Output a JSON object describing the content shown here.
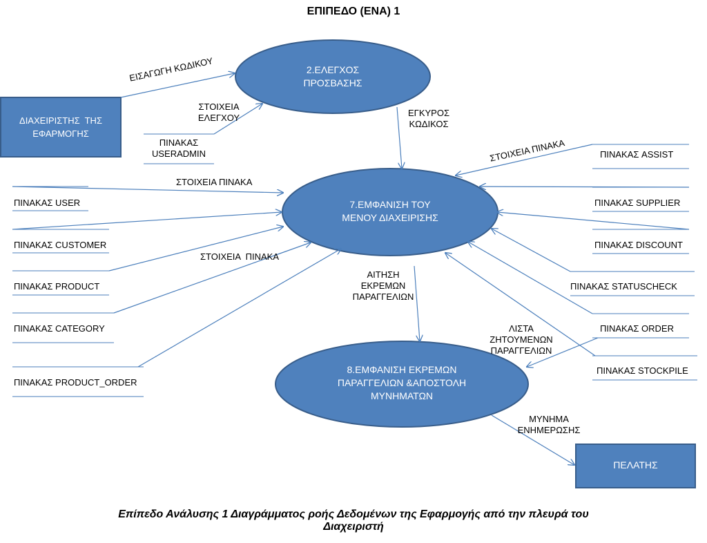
{
  "title": "ΕΠΙΠΕΔΟ (ΕΝΑ) 1",
  "caption": "Επίπεδο Ανάλυσης 1 Διαγράμματος ροής Δεδομένων της Εφαρμογής από την πλευρά του\nΔιαχειριστή",
  "colors": {
    "shape_fill": "#4f81bd",
    "shape_stroke": "#385d8a",
    "line": "#4a7ebb",
    "text": "#000000",
    "shape_text": "#ffffff"
  },
  "processes": {
    "p2": "2.ΕΛΕΓΧΟΣ\nΠΡΟΣΒΑΣΗΣ",
    "p7": "7.ΕΜΦΑΝΙΣΗ ΤΟΥ\nΜΕΝΟΥ ΔΙΑΧΕΙΡΙΣΗΣ",
    "p8": "8.ΕΜΦΑΝΙΣΗ ΕΚΡΕΜΩΝ\nΠΑΡΑΓΓΕΛΙΩΝ &ΑΠΟΣΤΟΛΗ\nΜΥΝΗΜΑΤΩΝ"
  },
  "entities": {
    "admin": "ΔΙΑΧΕΙΡΙΣΤΗΣ  ΤΗΣ\nΕΦΑΡΜΟΓΗΣ",
    "customer": "ΠΕΛΑΤΗΣ"
  },
  "stores": {
    "useradmin": "ΠΙΝΑΚΑΣ\nUSERADMIN",
    "user": "ΠΙΝΑΚΑΣ USER",
    "customer": "ΠΙΝΑΚΑΣ CUSTOMER",
    "product": "ΠΙΝΑΚΑΣ PRODUCT",
    "category": "ΠΙΝΑΚΑΣ CATEGORY",
    "product_order": "ΠΙΝΑΚΑΣ PRODUCT_ORDER",
    "assist": "ΠΙΝΑΚΑΣ ASSIST",
    "supplier": "ΠΙΝΑΚΑΣ SUPPLIER",
    "discount": "ΠΙΝΑΚΑΣ DISCOUNT",
    "statuscheck": "ΠΙΝΑΚΑΣ STATUSCHECK",
    "order": "ΠΙΝΑΚΑΣ ORDER",
    "stockpile": "ΠΙΝΑΚΑΣ STOCKPILE"
  },
  "flows": {
    "code_entry": "ΕΙΣΑΓΩΓΗ ΚΩΔΙΚΟΥ",
    "check_data": "ΣΤΟΙΧΕΙΑ\nΕΛΕΓΧΟΥ",
    "valid_code": "ΕΓΚΥΡΟΣ\nΚΩΔΙΚΟΣ",
    "table_data_left_top": "ΣΤΟΙΧΕΙΑ ΠΙΝΑΚΑ",
    "table_data_left_mid": "ΣΤΟΙΧΕΙΑ  ΠΙΝΑΚΑ",
    "table_data_right": "ΣΤΟΙΧΕΙΑ ΠΙΝΑΚΑ",
    "pending_request": "ΑΙΤΗΣΗ\nΕΚΡΕΜΩΝ\nΠΑΡΑΓΓΕΛΙΩΝ",
    "requested_orders": "ΛΙΣΤΑ\nΖΗΤΟΥΜΕΝΩΝ\nΠΑΡΑΓΓΕΛΙΩΝ",
    "update_message": "ΜΥΝΗΜΑ\nΕΝΗΜΕΡΩΣΗΣ"
  }
}
